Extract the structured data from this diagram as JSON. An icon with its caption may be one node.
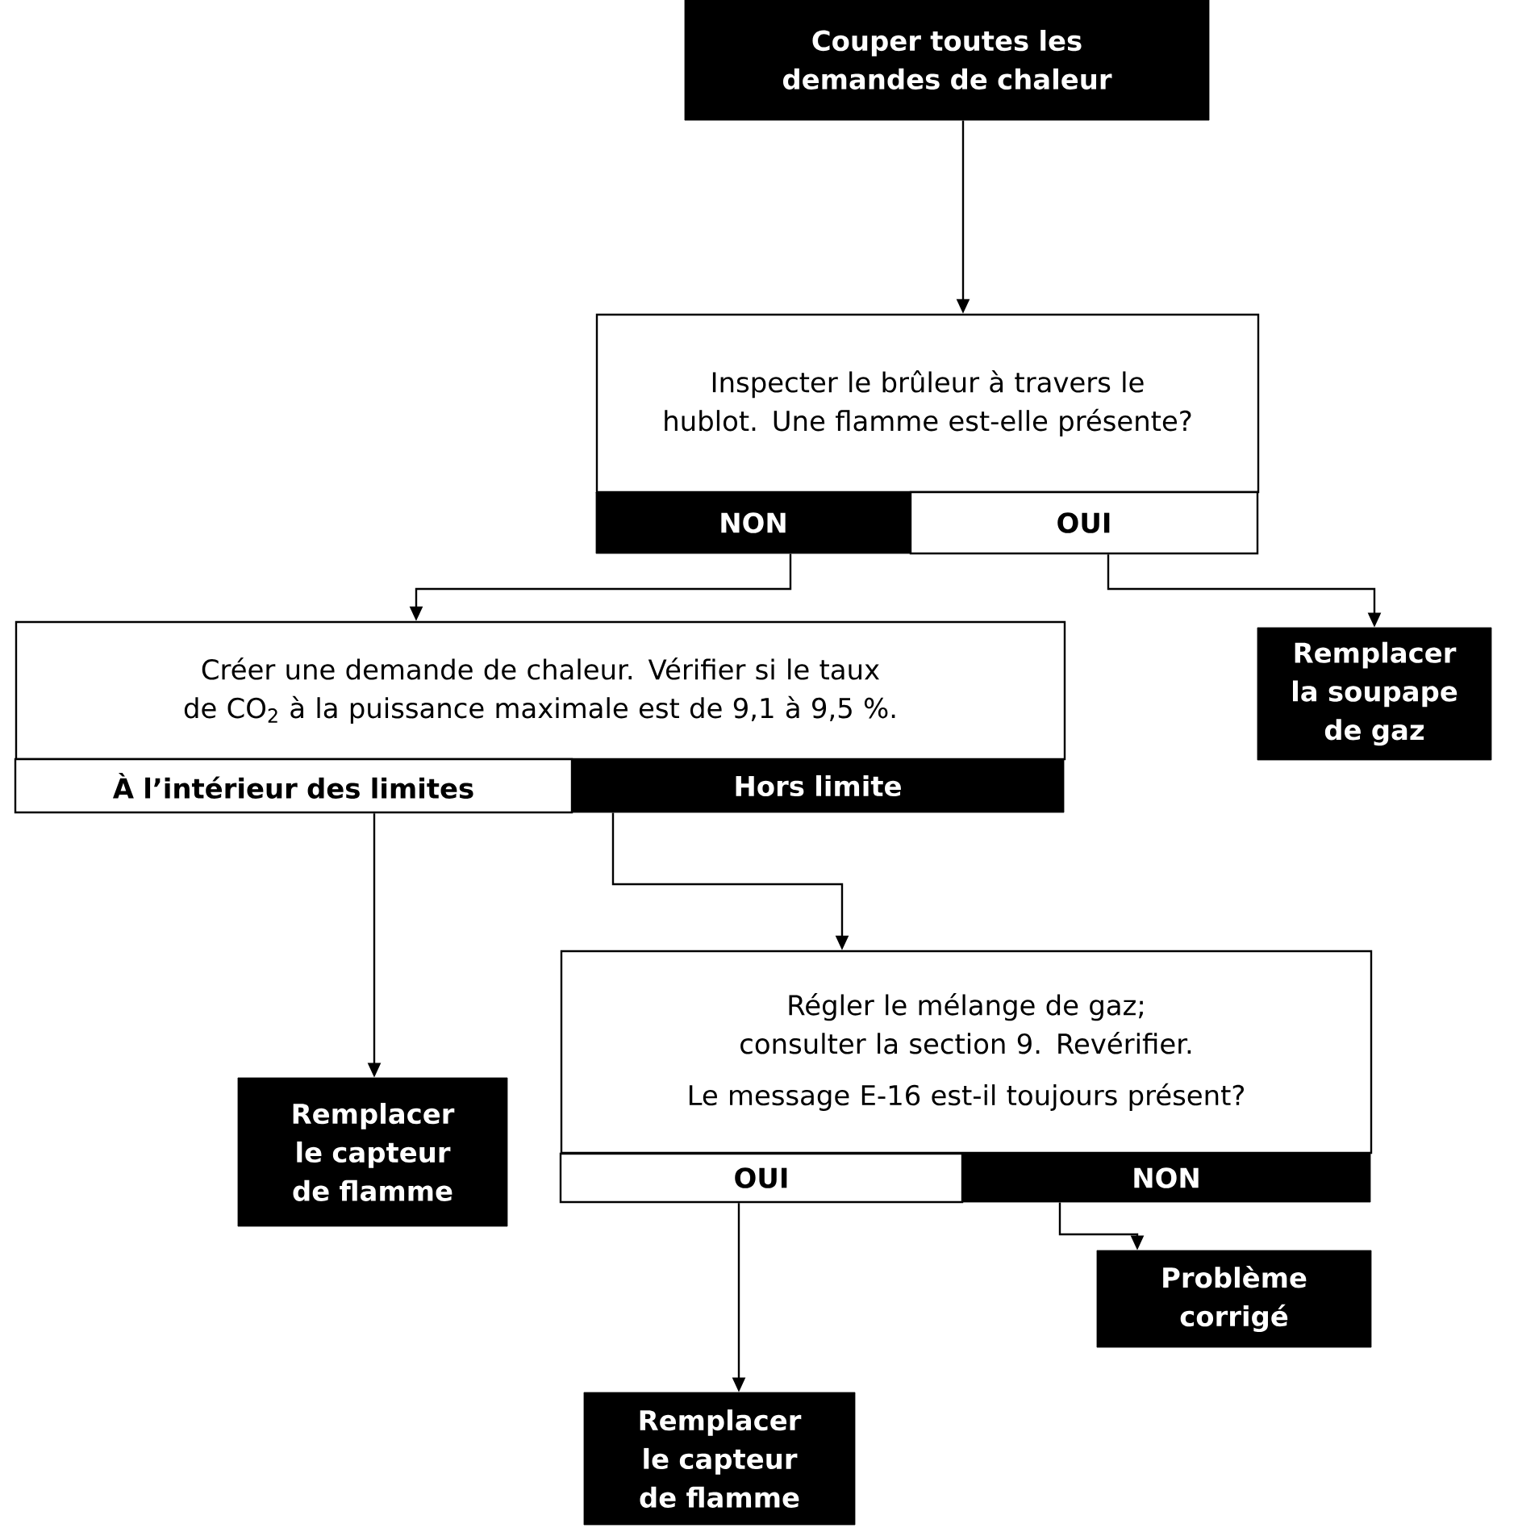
{
  "diagram": {
    "nodes": [
      {
        "text": [
          "Couper toutes les demandes de chaleur"
        ]
      },
      {
        "text": [
          "Inspecter le brûleur à travers le hublot. Une flamme est-elle présente?"
        ]
      },
      {
        "text": [
          "NON"
        ]
      },
      {
        "text": [
          "OUI"
        ]
      },
      {
        "text": [
          "Créer une demande de chaleur. Vérifier si le taux de CO$_{2}$ à la puissance maximale est de 9,1 à 9,5 %."
        ]
      },
      {
        "text": [
          "À l’intérieur des limites"
        ]
      },
      {
        "text": [
          "Hors limite"
        ]
      },
      {
        "text": [
          "Remplacer la soupape de gaz"
        ]
      },
      {
        "text": [
          "Régler le mélange de gaz; consulter la section 9. Revérifier.",
          "Le message E-16 est-il toujours présent?"
        ]
      },
      {
        "text": [
          "OUI"
        ]
      },
      {
        "text": [
          "NON"
        ]
      },
      {
        "text": [
          "Remplacer le capteur de flamme"
        ]
      },
      {
        "text": [
          "Problème corrigé"
        ]
      },
      {
        "text": [
          "Remplacer le capteur de flamme"
        ]
      }
    ],
    "edges": [
      {
        "from": 0,
        "to": 1,
        "arrow": "to"
      },
      {
        "from": 2,
        "to": 4,
        "arrow": "to"
      },
      {
        "from": 3,
        "to": 7,
        "arrow": "to"
      },
      {
        "from": 5,
        "to": 11,
        "arrow": "to"
      },
      {
        "from": 6,
        "to": 8,
        "arrow": "to"
      },
      {
        "from": 9,
        "to": 13,
        "arrow": "to"
      },
      {
        "from": 10,
        "to": 12,
        "arrow": "to"
      }
    ]
  }
}
